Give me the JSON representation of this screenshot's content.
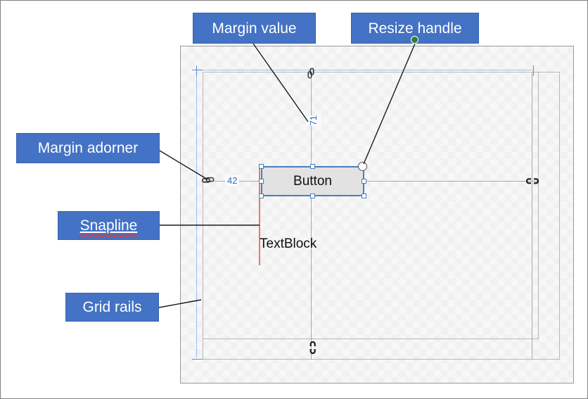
{
  "callouts": [
    {
      "id": "margin-value",
      "label": "Margin value",
      "misspelled": false
    },
    {
      "id": "resize-handle",
      "label": "Resize handle",
      "misspelled": false
    },
    {
      "id": "margin-adorner",
      "label": "Margin adorner",
      "misspelled": false
    },
    {
      "id": "snapline",
      "label": "Snapline",
      "misspelled": true
    },
    {
      "id": "grid-rails",
      "label": "Grid rails",
      "misspelled": false
    }
  ],
  "designer": {
    "elements": {
      "button_text": "Button",
      "textblock_text": "TextBlock"
    },
    "margins": {
      "top_value": "71",
      "left_value": "42",
      "top_link_state": "linked",
      "left_link_state": "linked",
      "right_link_state": "unlinked",
      "bottom_link_state": "unlinked"
    },
    "icons": {
      "chain_linked": "chain-link-icon",
      "chain_broken": "broken-chain-icon",
      "resize_grip": "resize-handle-icon",
      "green_marker": "green-dot-icon"
    }
  },
  "colors": {
    "callout_fill": "#4472C4",
    "callout_border": "#3A63AD",
    "selection_blue": "#4A7EBB",
    "snapline_red": "#F4736E",
    "grid_rail_blue": "#4A86E8",
    "margin_value_blue": "#2F6FC4",
    "green_dot": "#2E7D32",
    "button_fill": "#E2E2E2"
  }
}
